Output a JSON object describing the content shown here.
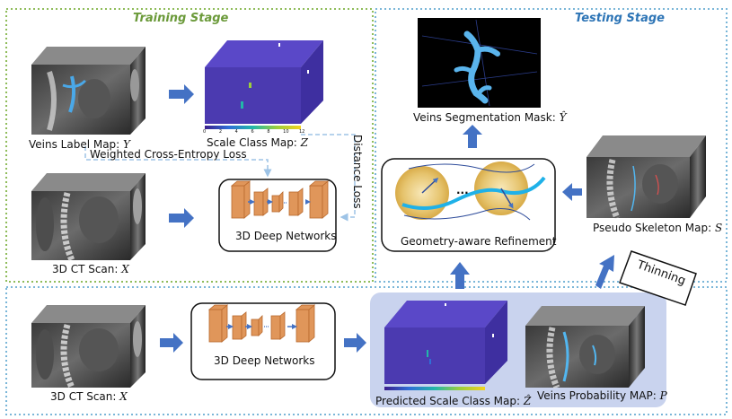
{
  "titles": {
    "training": "Training Stage",
    "testing": "Testing Stage"
  },
  "labels": {
    "veins_label_map": "Veins Label Map: ",
    "veins_label_map_sym": "Y",
    "scale_class_map": "Scale Class Map: ",
    "scale_class_map_sym": "Z",
    "weighted_ce_loss": "Weighted Cross-Entropy Loss",
    "distance_loss": "Distance Loss",
    "ct_scan_train": "3D CT Scan: ",
    "ct_scan_train_sym": "X",
    "deep_networks_train": "3D Deep Networks",
    "ct_scan_test": "3D CT Scan: ",
    "ct_scan_test_sym": "X",
    "deep_networks_test": "3D Deep Networks",
    "veins_seg_mask": "Veins Segmentation Mask: ",
    "veins_seg_mask_sym": "Ŷ",
    "pseudo_skeleton": "Pseudo Skeleton Map: ",
    "pseudo_skeleton_sym": "S",
    "geometry_refinement": "Geometry-aware Refinement",
    "thinning": "Thinning",
    "predicted_scale": "Predicted Scale Class Map: ",
    "predicted_scale_sym": "Ẑ",
    "veins_prob": "Veins Probability MAP: ",
    "veins_prob_sym": "P",
    "colorbar_ticks": [
      "0",
      "2",
      "4",
      "6",
      "8",
      "10",
      "12"
    ],
    "ellipsis": "..."
  },
  "colors": {
    "training_border": "#8fbc5a",
    "training_title": "#6b9a3a",
    "testing_border": "#7ab6d8",
    "testing_title": "#2e75b6",
    "arrow": "#4472c4",
    "dashed": "#9dc3e6",
    "network_block": "#e0965a",
    "volume_purple": "#4b3ab0",
    "highlight_panel": "#c9d3ee"
  }
}
